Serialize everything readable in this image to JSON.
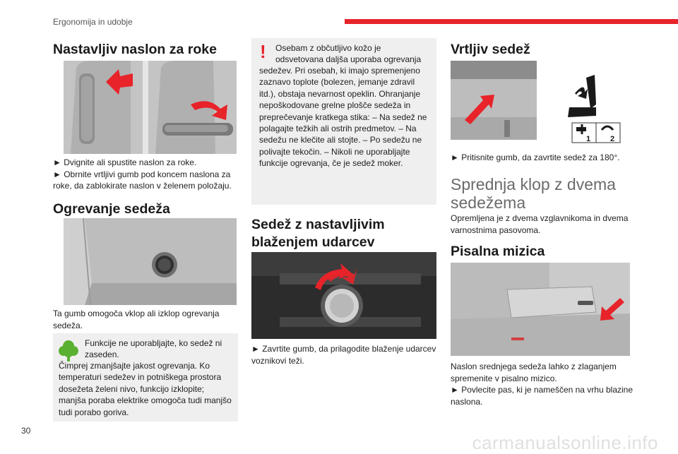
{
  "header": {
    "section": "Ergonomija in udobje",
    "page_number": "30",
    "watermark": "carmanualsonline.info",
    "accent": "#e8232a"
  },
  "col1": {
    "armrest": {
      "title": "Nastavljiv naslon za roke",
      "text1": "► Dvignite ali spustite naslon za roke.",
      "text2": "► Obrnite vrtljivi gumb pod koncem naslona za roke, da zablokirate naslon v želenem položaju."
    },
    "heating": {
      "title": "Ogrevanje sedeža",
      "text": "Ta gumb omogoča vklop ali izklop ogrevanja sedeža.",
      "note_line1": "Funkcije ne uporabljajte, ko sedež ni",
      "note_line2": "zaseden.",
      "note_rest": "Čimprej zmanjšajte jakost ogrevanja. Ko temperaturi sedežev in potniškega prostora dosežeta želeni nivo, funkcijo izklopite; manjša poraba elektrike omogoča tudi manjšo tudi porabo goriva."
    }
  },
  "col2": {
    "warning": {
      "line1": "Osebam z občutljivo kožo je",
      "line2": "odsvetovana daljša uporaba ogrevanja",
      "rest": "sedežev. Pri osebah, ki imajo spremenjeno zaznavo toplote (bolezen, jemanje zdravil itd.), obstaja nevarnost opeklin. Ohranjanje nepoškodovane grelne plošče sedeža in preprečevanje kratkega stika: – Na sedež ne polagajte težkih ali ostrih predmetov. – Na sedežu ne klečite ali stojte. – Po sedežu ne polivajte tekočin. – Nikoli ne uporabljajte funkcije ogrevanja, če je sedež moker."
    },
    "damping": {
      "title": "Sedež z nastavljivim blaženjem udarcev",
      "text": "► Zavrtite gumb, da prilagodite blaženje udarcev voznikovi teži."
    }
  },
  "col3": {
    "swivel": {
      "title": "Vrtljiv sedež",
      "text": "► Pritisnite gumb, da zavrtite sedež za 180°.",
      "label1": "1",
      "label2": "2"
    },
    "bench": {
      "title": "Sprednja klop z dvema sedežema",
      "text": "Opremljena je z dvema vzglavnikoma in dvema varnostnima pasovoma."
    },
    "desk": {
      "title": "Pisalna mizica",
      "text1": "Naslon srednjega sedeža lahko z zlaganjem spremenite v pisalno mizico.",
      "text2": "► Povlecite pas, ki je nameščen na vrhu blazine naslona."
    }
  }
}
